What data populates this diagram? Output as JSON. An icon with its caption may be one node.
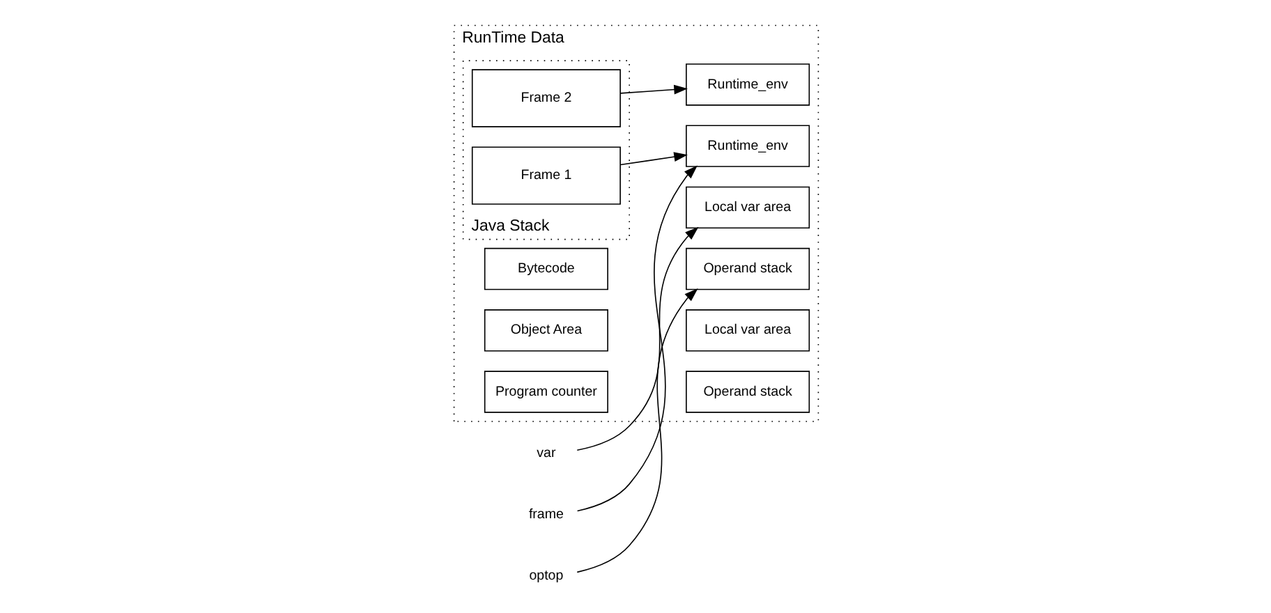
{
  "diagram": {
    "nodes": [
      {
        "text": [
          "RunTime Data"
        ]
      },
      {
        "text": [
          "Bytecode"
        ],
        "in": 0
      },
      {
        "text": [
          "Object Area"
        ],
        "in": 0
      },
      {
        "text": [
          "Program counter"
        ],
        "in": 0
      },
      {
        "text": [
          "Java Stack"
        ],
        "in": 0
      },
      {
        "text": [
          "Frame 1"
        ],
        "in": 4
      },
      {
        "text": [
          "Frame 2"
        ],
        "in": 4
      },
      {
        "text": [
          "Local var area"
        ],
        "in": 0
      },
      {
        "text": [
          "Runtime_env"
        ],
        "in": 0
      },
      {
        "text": [
          "Operand stack"
        ],
        "in": 0
      },
      {
        "text": [
          "Local var area"
        ],
        "in": 0
      },
      {
        "text": [
          "Runtime_env"
        ],
        "in": 0
      },
      {
        "text": [
          "Operand stack"
        ],
        "in": 0
      },
      {
        "text": [
          "var"
        ]
      },
      {
        "text": [
          "frame"
        ]
      },
      {
        "text": [
          "optop"
        ]
      }
    ],
    "edges": [
      {
        "from": 5,
        "to": 8,
        "arrow": "to"
      },
      {
        "from": 6,
        "to": 11,
        "arrow": "to"
      },
      {
        "from": 13,
        "to": 7,
        "arrow": "to"
      },
      {
        "from": 14,
        "to": 8,
        "arrow": "to"
      },
      {
        "from": 15,
        "to": 9,
        "arrow": "to"
      }
    ]
  }
}
